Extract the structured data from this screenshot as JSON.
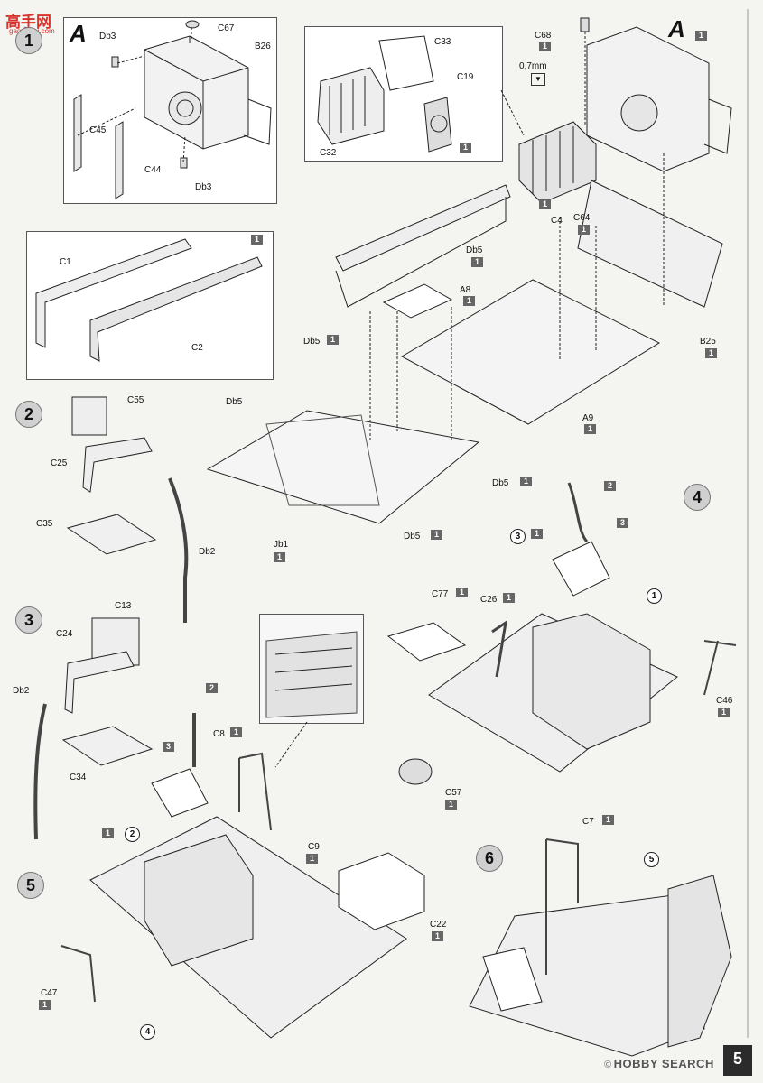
{
  "watermark": {
    "left_title": "高手网",
    "left_url": "gao-shou.com",
    "right_copy": "©",
    "right_brand": "HOBBY SEARCH"
  },
  "page_number": "5",
  "panel_a_left": {
    "mark": "A"
  },
  "panel_a_right": {
    "mark": "A",
    "badge": "1"
  },
  "steps": {
    "s1": "1",
    "s2": "2",
    "s3": "3",
    "s4": "4",
    "s5": "5",
    "s6": "6"
  },
  "thickness_note": "0,7mm",
  "labels": [
    {
      "id": "db3_a",
      "text": "Db3"
    },
    {
      "id": "c67",
      "text": "C67"
    },
    {
      "id": "b26",
      "text": "B26"
    },
    {
      "id": "c45",
      "text": "C45"
    },
    {
      "id": "c44",
      "text": "C44"
    },
    {
      "id": "db3_b",
      "text": "Db3"
    },
    {
      "id": "c33",
      "text": "C33"
    },
    {
      "id": "c19",
      "text": "C19"
    },
    {
      "id": "c32",
      "text": "C32"
    },
    {
      "id": "c68",
      "text": "C68"
    },
    {
      "id": "c64",
      "text": "C64"
    },
    {
      "id": "c4",
      "text": "C4"
    },
    {
      "id": "db5_a",
      "text": "Db5"
    },
    {
      "id": "c1",
      "text": "C1"
    },
    {
      "id": "c2",
      "text": "C2"
    },
    {
      "id": "a8",
      "text": "A8"
    },
    {
      "id": "db5_b",
      "text": "Db5"
    },
    {
      "id": "b25",
      "text": "B25"
    },
    {
      "id": "c55",
      "text": "C55"
    },
    {
      "id": "db5_c",
      "text": "Db5"
    },
    {
      "id": "a9",
      "text": "A9"
    },
    {
      "id": "c25",
      "text": "C25"
    },
    {
      "id": "c35",
      "text": "C35"
    },
    {
      "id": "db2_a",
      "text": "Db2"
    },
    {
      "id": "db5_d",
      "text": "Db5"
    },
    {
      "id": "db5_e",
      "text": "Db5"
    },
    {
      "id": "jb1",
      "text": "Jb1"
    },
    {
      "id": "c77",
      "text": "C77"
    },
    {
      "id": "c26",
      "text": "C26"
    },
    {
      "id": "c13",
      "text": "C13"
    },
    {
      "id": "c24",
      "text": "C24"
    },
    {
      "id": "db2_b",
      "text": "Db2"
    },
    {
      "id": "c34",
      "text": "C34"
    },
    {
      "id": "c8",
      "text": "C8"
    },
    {
      "id": "c46",
      "text": "C46"
    },
    {
      "id": "c57",
      "text": "C57"
    },
    {
      "id": "c9",
      "text": "C9"
    },
    {
      "id": "c7",
      "text": "C7"
    },
    {
      "id": "c22",
      "text": "C22"
    },
    {
      "id": "c47",
      "text": "C47"
    }
  ],
  "badges": {
    "one": "1",
    "two": "2",
    "three": "3"
  }
}
